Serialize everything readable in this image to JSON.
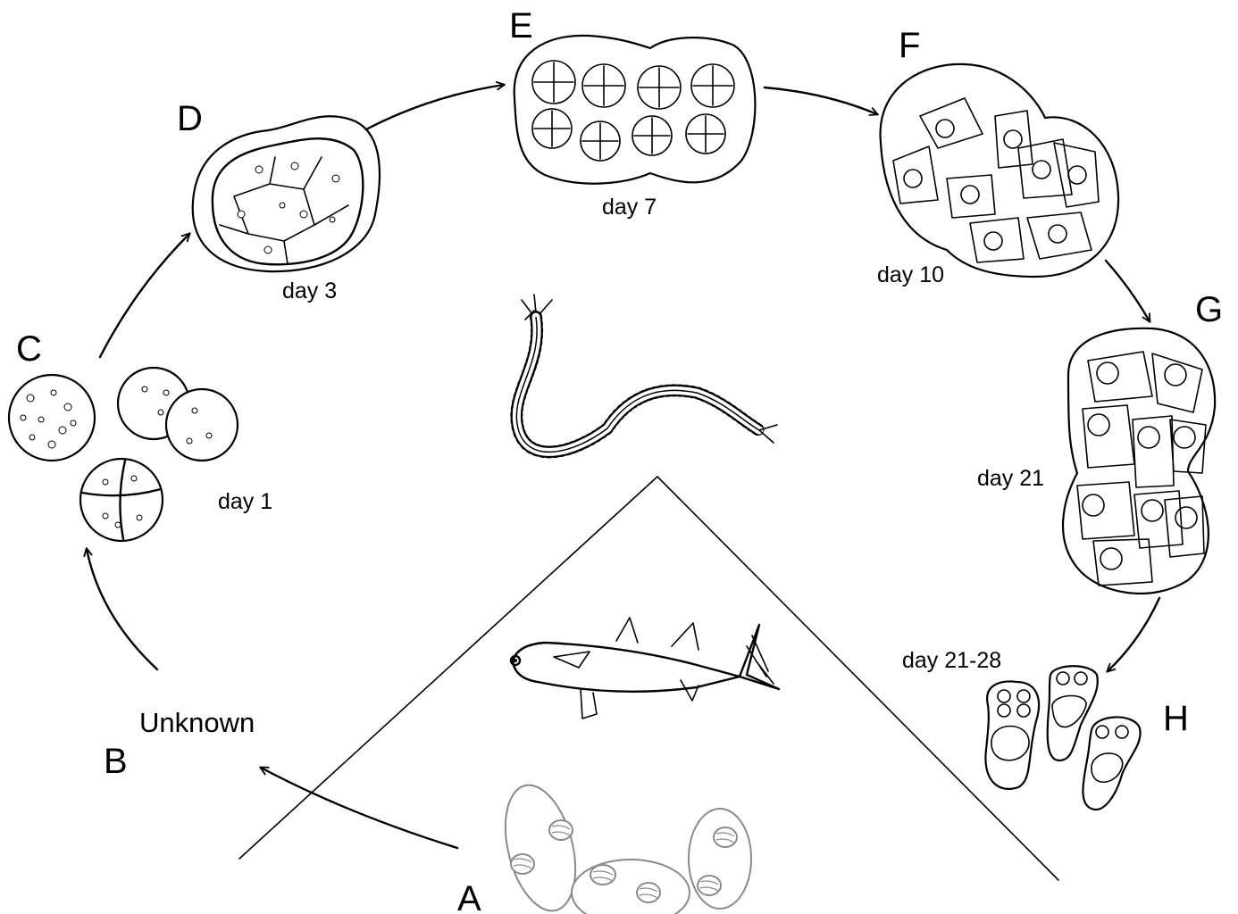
{
  "stages": {
    "A": "A",
    "B": "B",
    "C": "C",
    "D": "D",
    "E": "E",
    "F": "F",
    "G": "G",
    "H": "H"
  },
  "days": {
    "C": "day 1",
    "D": "day 3",
    "E": "day 7",
    "F": "day 10",
    "G": "day 21",
    "H": "day 21-28"
  },
  "notes": {
    "unknown": "Unknown"
  }
}
